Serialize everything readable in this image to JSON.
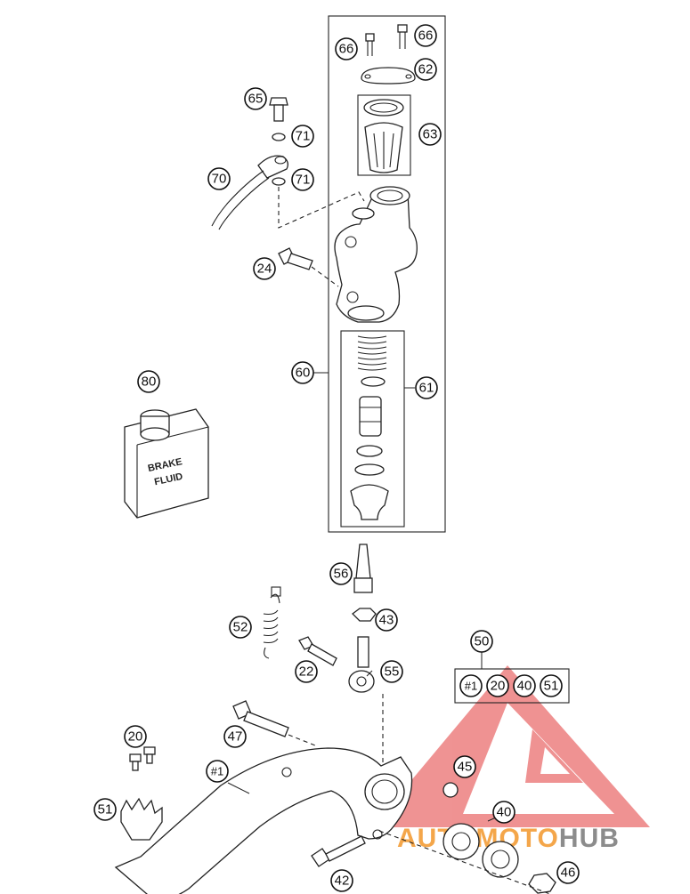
{
  "callouts": {
    "c66a": "66",
    "c66b": "66",
    "c62": "62",
    "c65": "65",
    "c71a": "71",
    "c63": "63",
    "c70": "70",
    "c71b": "71",
    "c24": "24",
    "c60": "60",
    "c61": "61",
    "c80": "80",
    "c56": "56",
    "c43": "43",
    "c52": "52",
    "c22": "22",
    "c55": "55",
    "c50": "50",
    "c1a": "#1",
    "c20a": "20",
    "c40a": "40",
    "c51a": "51",
    "c20b": "20",
    "c47": "47",
    "c1b": "#1",
    "c45": "45",
    "c51b": "51",
    "c40b": "40",
    "c42": "42",
    "c46": "46"
  },
  "bottle_label": {
    "line1": "BRAKE",
    "line2": "FLUID"
  },
  "watermark": {
    "part1": "AUTO",
    "part2": "MOTO",
    "part3": "HUB",
    "color_orange": "#f4a64a",
    "color_gray": "#8c8c8c",
    "color_red": "#e23a3a"
  }
}
